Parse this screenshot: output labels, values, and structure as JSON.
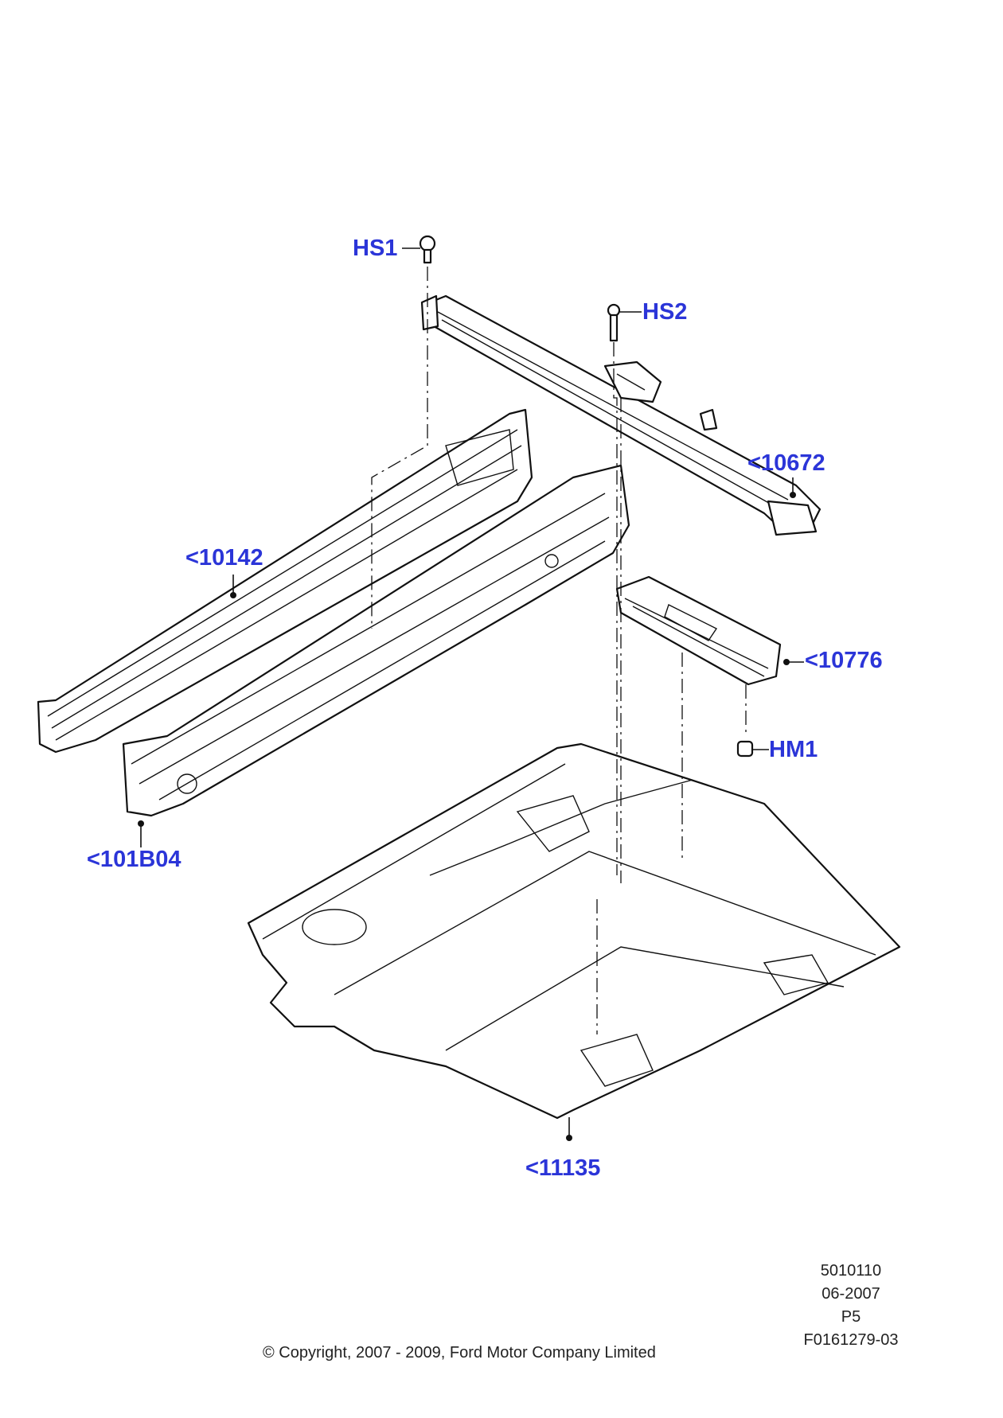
{
  "callouts": {
    "hs1": "HS1",
    "hs2": "HS2",
    "p10672": "<10672",
    "p10142": "<10142",
    "p10776": "<10776",
    "hm1": "HM1",
    "p101b04": "<101B04",
    "p11135": "<11135"
  },
  "footer": {
    "copyright": "© Copyright, 2007 - 2009, Ford Motor Company Limited",
    "code": "5010110",
    "date": "06-2007",
    "page": "P5",
    "figure_id": "F0161279-03"
  },
  "colors": {
    "callout": "#2b35d8",
    "line": "#111111",
    "background": "#ffffff"
  }
}
